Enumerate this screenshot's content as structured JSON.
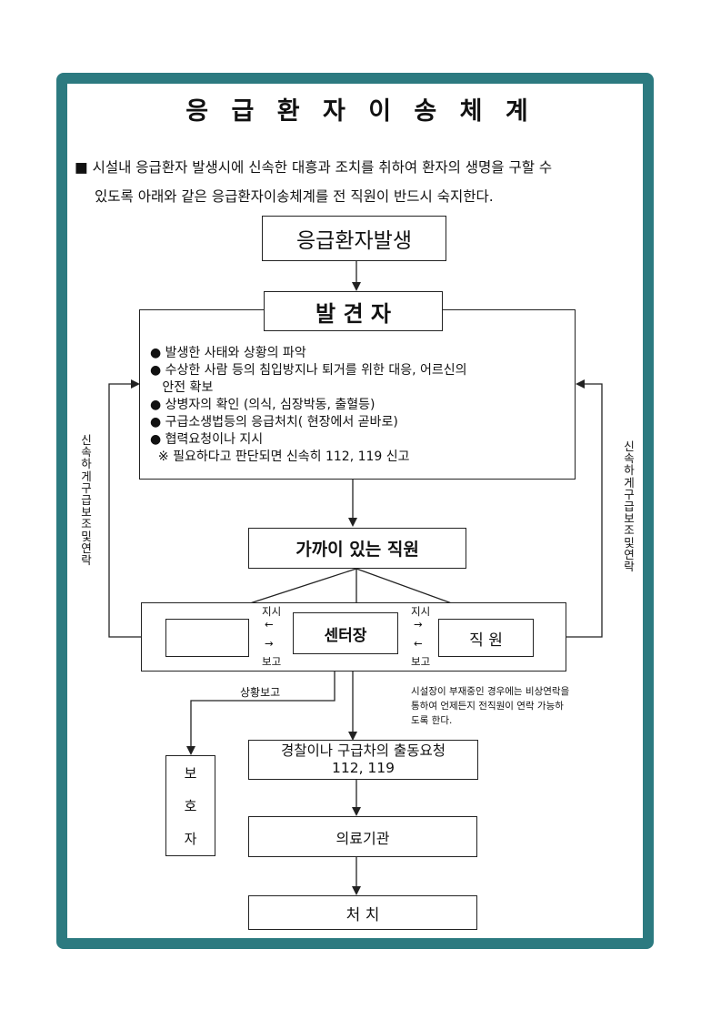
{
  "title": "응 급 환 자 이 송 체 계",
  "intro": {
    "bullet": "■",
    "line1": "시설내 응급환자 발생시에 신속한 대흥과 조치를 취하여 환자의 생명을 구할 수",
    "line2": "있도록 아래와 같은 응급환자이송체계를 전 직원이 반드시 숙지한다."
  },
  "nodes": {
    "occurrence": "응급환자발생",
    "finder": "발 견 자",
    "nearby_staff": "가까이 있는 직원",
    "left_blank": "",
    "center_head": "센터장",
    "staff": "직 원",
    "police": "경찰이나 구급차의 출동요청",
    "police_numbers": "112, 119",
    "medical": "의료기관",
    "treatment": "처 치",
    "guardian_1": "보",
    "guardian_2": "호",
    "guardian_3": "자"
  },
  "finder_tasks": [
    "● 발생한 사태와 상황의 파악",
    "● 수상한 사람 등의 침입방지나 퇴거를 위한 대응, 어르신의",
    "   안전 확보",
    "● 상병자의 확인 (의식, 심장박동, 출혈등)",
    "● 구급소생법등의 응급처치( 현장에서 곧바로)",
    "● 협력요청이나 지시",
    "  ※ 필요하다고 판단되면 신속히 112, 119 신고"
  ],
  "side_labels": {
    "left": "신속하게 구급보조 및 연락",
    "right": "신속하게 구급보조 및 연락"
  },
  "arrow_labels": {
    "instruct": "지시",
    "report": "보고",
    "left_arrow": "←",
    "right_arrow": "→",
    "situation_report": "상황보고"
  },
  "note": {
    "line1": "시설장이 부재중인 경우에는 비상연락을",
    "line2": "통하여 언제든지 전직원이 연락 가능하",
    "line3": "도록 한다."
  },
  "colors": {
    "frame": "#2c7a80",
    "line": "#222222"
  }
}
